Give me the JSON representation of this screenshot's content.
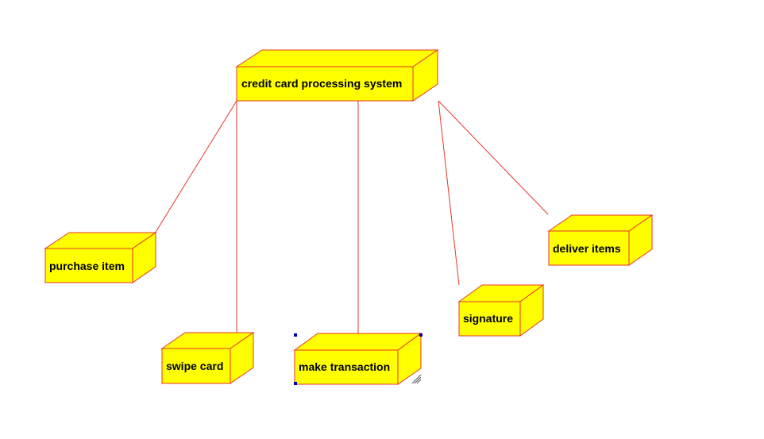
{
  "diagram": {
    "colors": {
      "node_fill": "#ffff00",
      "node_stroke": "#e8352a",
      "connector": "#e8352a",
      "selection_handle": "#0000a0",
      "resize_grip": "#555555",
      "background": "#ffffff"
    },
    "nodes": {
      "root": {
        "label": "credit card processing system"
      },
      "purchase_item": {
        "label": "purchase item"
      },
      "swipe_card": {
        "label": "swipe card"
      },
      "make_transaction": {
        "label": "make transaction",
        "selected": true
      },
      "signature": {
        "label": "signature"
      },
      "deliver_items": {
        "label": "deliver items"
      }
    },
    "edges": [
      {
        "from": "root",
        "to": "purchase_item"
      },
      {
        "from": "root",
        "to": "swipe_card"
      },
      {
        "from": "root",
        "to": "make_transaction"
      },
      {
        "from": "root",
        "to": "signature"
      },
      {
        "from": "root",
        "to": "deliver_items"
      }
    ]
  }
}
